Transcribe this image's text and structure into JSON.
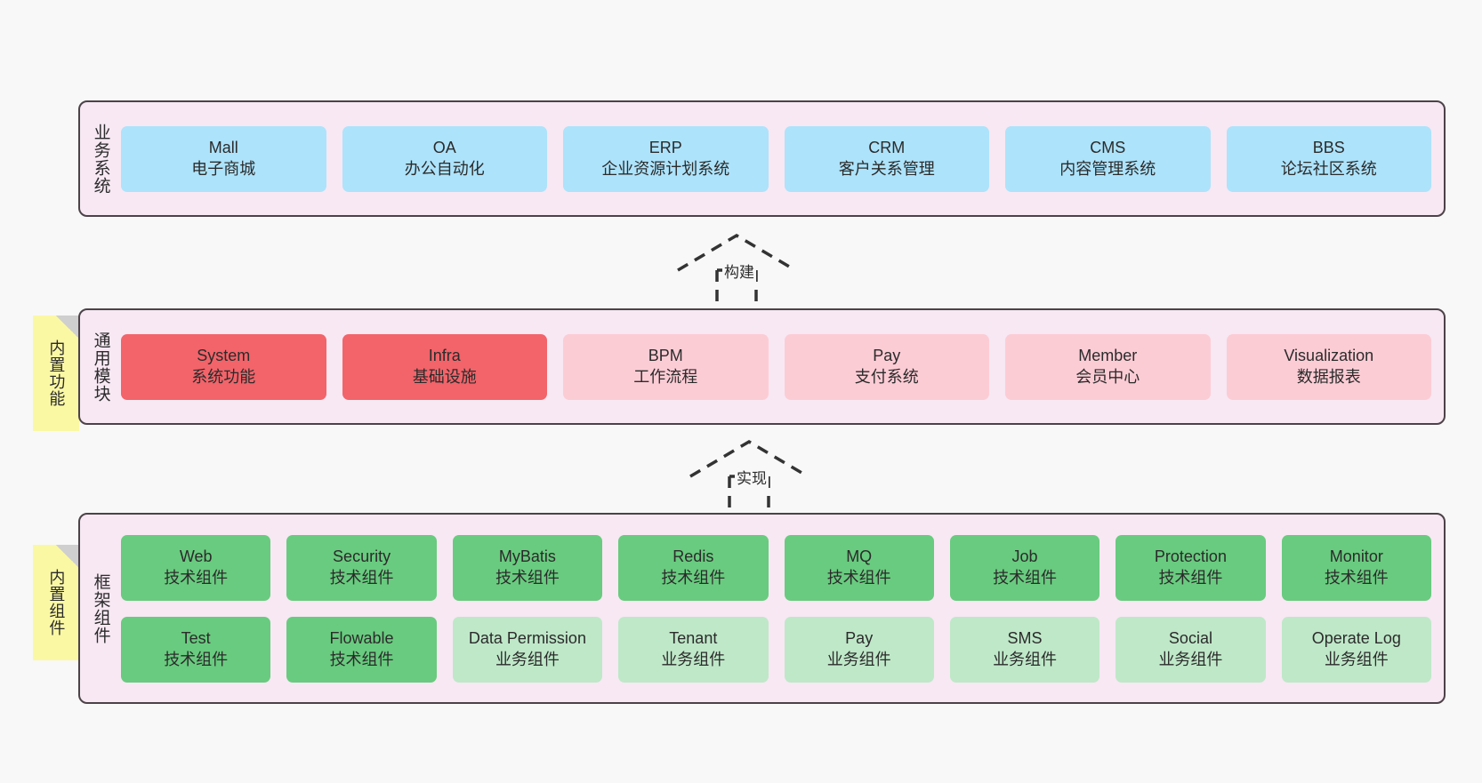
{
  "layers": [
    {
      "id": "business-system",
      "title": "业务系统",
      "rows": [
        [
          {
            "name": "Mall",
            "desc": "电子商城",
            "color": "#ade3fb",
            "style": "c-blue"
          },
          {
            "name": "OA",
            "desc": "办公自动化",
            "color": "#ade3fb",
            "style": "c-blue"
          },
          {
            "name": "ERP",
            "desc": "企业资源计划系统",
            "color": "#ade3fb",
            "style": "c-blue"
          },
          {
            "name": "CRM",
            "desc": "客户关系管理",
            "color": "#ade3fb",
            "style": "c-blue"
          },
          {
            "name": "CMS",
            "desc": "内容管理系统",
            "color": "#ade3fb",
            "style": "c-blue"
          },
          {
            "name": "BBS",
            "desc": "论坛社区系统",
            "color": "#ade3fb",
            "style": "c-blue"
          }
        ]
      ]
    },
    {
      "id": "common-module",
      "title": "通用模块",
      "note": "内置功能",
      "rows": [
        [
          {
            "name": "System",
            "desc": "系统功能",
            "color": "#f2646a",
            "style": "c-red"
          },
          {
            "name": "Infra",
            "desc": "基础设施",
            "color": "#f2646a",
            "style": "c-red"
          },
          {
            "name": "BPM",
            "desc": "工作流程",
            "color": "#fcccd5",
            "style": "c-pink"
          },
          {
            "name": "Pay",
            "desc": "支付系统",
            "color": "#fcccd5",
            "style": "c-pink"
          },
          {
            "name": "Member",
            "desc": "会员中心",
            "color": "#fcccd5",
            "style": "c-pink"
          },
          {
            "name": "Visualization",
            "desc": "数据报表",
            "color": "#fcccd5",
            "style": "c-pink"
          }
        ]
      ]
    },
    {
      "id": "framework-component",
      "title": "框架组件",
      "note": "内置组件",
      "rows": [
        [
          {
            "name": "Web",
            "desc": "技术组件",
            "color": "#69cb7f",
            "style": "c-green"
          },
          {
            "name": "Security",
            "desc": "技术组件",
            "color": "#69cb7f",
            "style": "c-green"
          },
          {
            "name": "MyBatis",
            "desc": "技术组件",
            "color": "#69cb7f",
            "style": "c-green"
          },
          {
            "name": "Redis",
            "desc": "技术组件",
            "color": "#69cb7f",
            "style": "c-green"
          },
          {
            "name": "MQ",
            "desc": "技术组件",
            "color": "#69cb7f",
            "style": "c-green"
          },
          {
            "name": "Job",
            "desc": "技术组件",
            "color": "#69cb7f",
            "style": "c-green"
          },
          {
            "name": "Protection",
            "desc": "技术组件",
            "color": "#69cb7f",
            "style": "c-green"
          },
          {
            "name": "Monitor",
            "desc": "技术组件",
            "color": "#69cb7f",
            "style": "c-green"
          }
        ],
        [
          {
            "name": "Test",
            "desc": "技术组件",
            "color": "#69cb7f",
            "style": "c-green"
          },
          {
            "name": "Flowable",
            "desc": "技术组件",
            "color": "#69cb7f",
            "style": "c-green"
          },
          {
            "name": "Data Permission",
            "desc": "业务组件",
            "color": "#bfe8c8",
            "style": "c-lightgreen"
          },
          {
            "name": "Tenant",
            "desc": "业务组件",
            "color": "#bfe8c8",
            "style": "c-lightgreen"
          },
          {
            "name": "Pay",
            "desc": "业务组件",
            "color": "#bfe8c8",
            "style": "c-lightgreen"
          },
          {
            "name": "SMS",
            "desc": "业务组件",
            "color": "#bfe8c8",
            "style": "c-lightgreen"
          },
          {
            "name": "Social",
            "desc": "业务组件",
            "color": "#bfe8c8",
            "style": "c-lightgreen"
          },
          {
            "name": "Operate Log",
            "desc": "业务组件",
            "color": "#bfe8c8",
            "style": "c-lightgreen"
          }
        ]
      ]
    }
  ],
  "connectors": [
    {
      "id": "build",
      "label": "构建",
      "from": "common-module",
      "to": "business-system"
    },
    {
      "id": "implement",
      "label": "实现",
      "from": "framework-component",
      "to": "common-module"
    }
  ],
  "palette": {
    "background": "#f8f8f8",
    "layer_fill": "#f7e8f3",
    "layer_border": "#4c4247",
    "note_fill": "#fbf8a4",
    "note_fold": "#cfcfcf",
    "text": "#2b2b2b",
    "connector": "#333333"
  }
}
